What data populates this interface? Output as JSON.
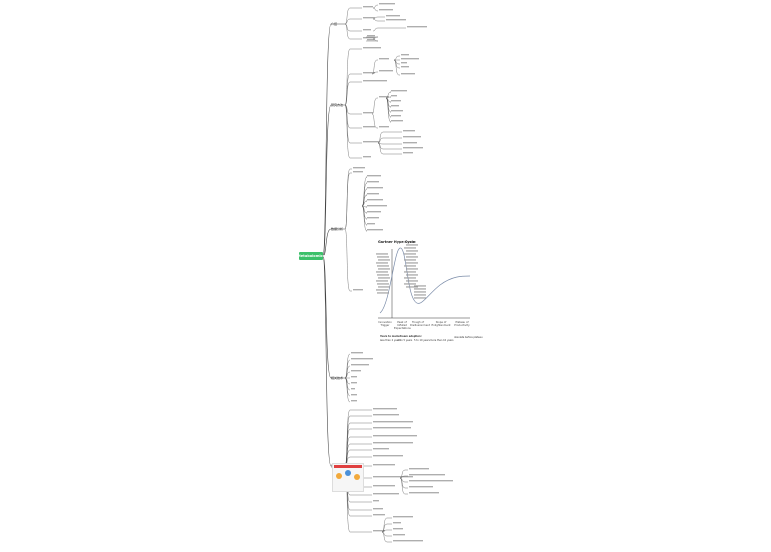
{
  "root": {
    "label": "Metabolomics"
  },
  "branches": [
    {
      "label": "介绍",
      "y": 0
    },
    {
      "label": "研究方法",
      "y": 0
    },
    {
      "label": "数据分析",
      "y": 0
    },
    {
      "label": "相关技术",
      "y": 0
    },
    {
      "label": "应用实例",
      "y": 0
    }
  ],
  "hype": {
    "title": "Gartner Hype Cycle",
    "phases": [
      "Innovation Trigger",
      "Peak of Inflated Expectations",
      "Trough of Disillusionment",
      "Slope of Enlightenment",
      "Plateau of Productivity"
    ],
    "axis_y": "expectations",
    "axis_x": "time",
    "legend_title": "Years to mainstream adoption:",
    "legend": [
      "less than 2 years",
      "2 to 5 years",
      "5 to 10 years",
      "more than 10 years",
      "obsolete before plateau"
    ]
  },
  "colors": {
    "root": "#3cc06a",
    "line": "#444444",
    "hype_curve": "#7a8ba8"
  }
}
